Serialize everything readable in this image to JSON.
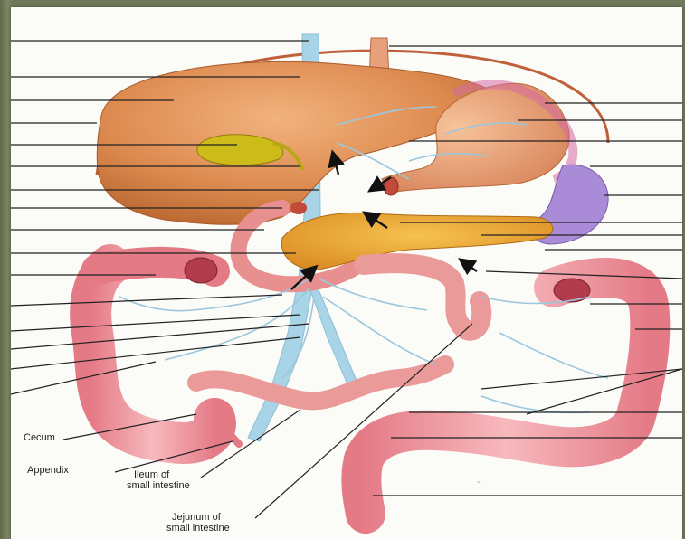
{
  "labels": {
    "cecum": "Cecum",
    "appendix": "Appendix",
    "ileum_line1": "Ileum of",
    "ileum_line2": "small intestine",
    "jejunum_line1": "Jejunum of",
    "jejunum_line2": "small intestine"
  },
  "colors": {
    "liver": "#d98b52",
    "stomach": "#e59a6a",
    "gallbladder": "#c9b81a",
    "pancreas": "#e8a23a",
    "spleen": "#a88ad8",
    "intestine": "#e88a92",
    "vessel": "#a9d3e6",
    "leader_line": "#222222"
  },
  "icons": [
    "flow-arrow-icon"
  ]
}
